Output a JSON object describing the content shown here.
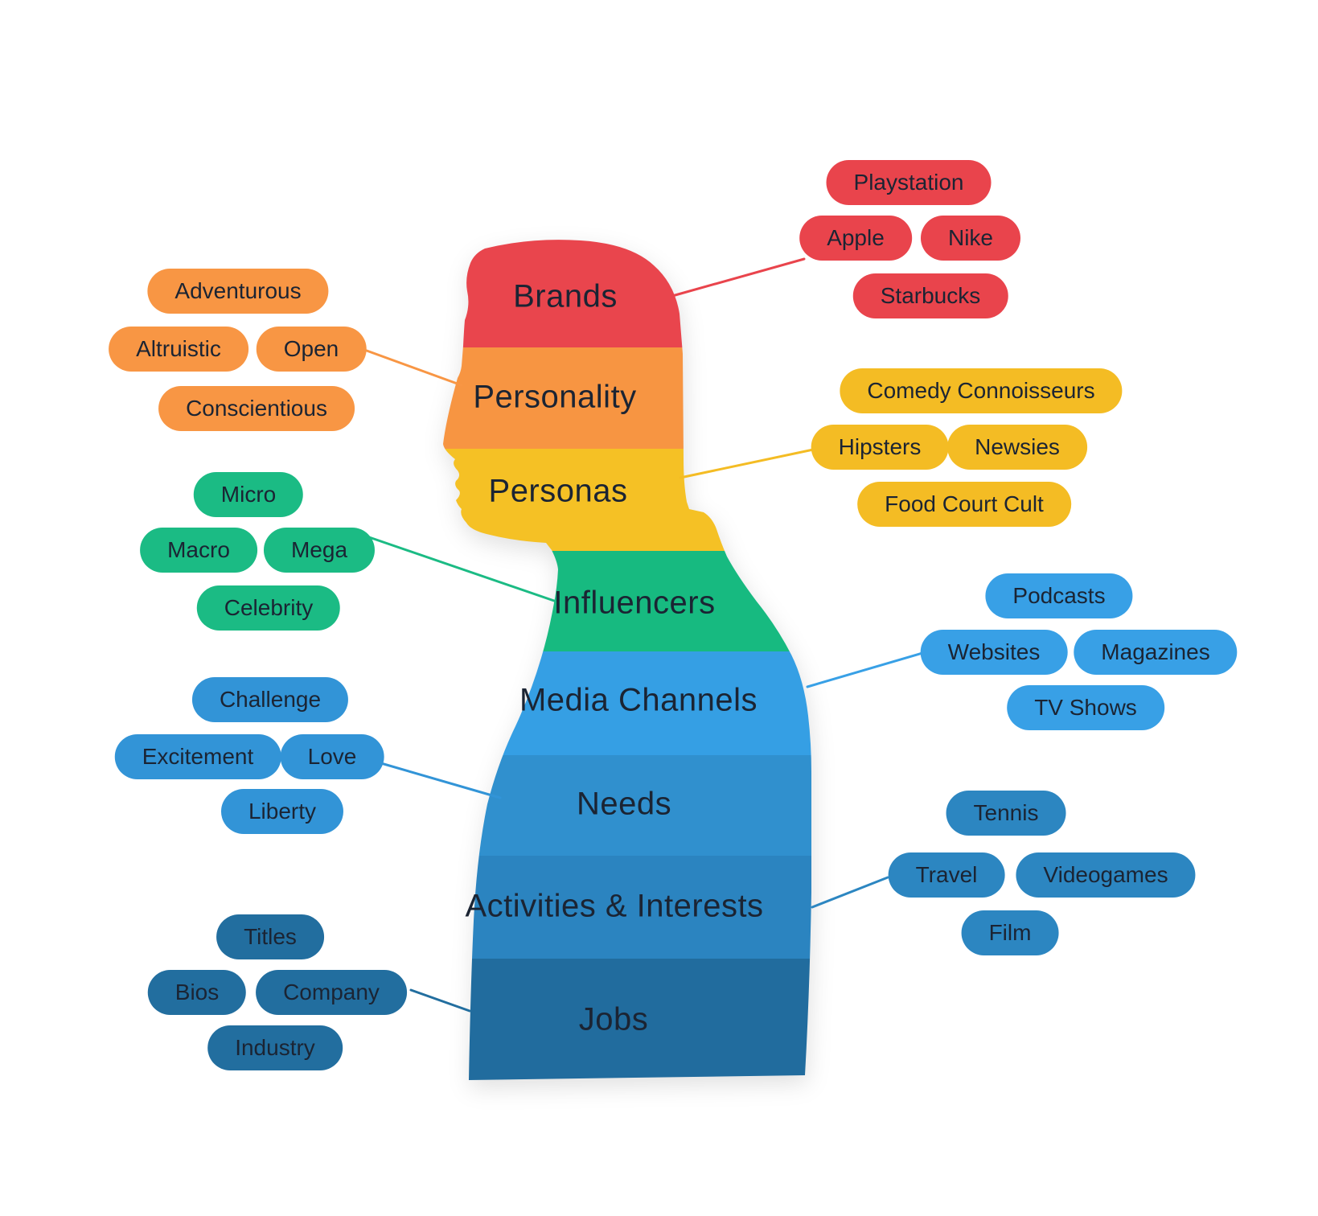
{
  "text_color": "#1B2433",
  "figure": {
    "description": "Consumer profile silhouette infographic",
    "bands": [
      {
        "id": "brands",
        "label": "Brands",
        "color": "#E9454D"
      },
      {
        "id": "personality",
        "label": "Personality",
        "color": "#F79542"
      },
      {
        "id": "personas",
        "label": "Personas",
        "color": "#F5C125"
      },
      {
        "id": "influencers",
        "label": "Influencers",
        "color": "#17BA80"
      },
      {
        "id": "media_channels",
        "label": "Media Channels",
        "color": "#359FE4"
      },
      {
        "id": "needs",
        "label": "Needs",
        "color": "#3090CE"
      },
      {
        "id": "activities",
        "label": "Activities & Interests",
        "color": "#2B84C0"
      },
      {
        "id": "jobs",
        "label": "Jobs",
        "color": "#216C9E"
      }
    ],
    "tag_groups": [
      {
        "band": "Brands",
        "side": "right",
        "color": "#E9444C",
        "tags": [
          "Playstation",
          "Apple",
          "Nike",
          "Starbucks"
        ]
      },
      {
        "band": "Personality",
        "side": "left",
        "color": "#F89644",
        "tags": [
          "Adventurous",
          "Altruistic",
          "Open",
          "Conscientious"
        ]
      },
      {
        "band": "Personas",
        "side": "right",
        "color": "#F4BC24",
        "tags": [
          "Comedy Connoisseurs",
          "Hipsters",
          "Newsies",
          "Food Court Cult"
        ]
      },
      {
        "band": "Influencers",
        "side": "left",
        "color": "#1BBB84",
        "tags": [
          "Micro",
          "Macro",
          "Mega",
          "Celebrity"
        ]
      },
      {
        "band": "Media Channels",
        "side": "right",
        "color": "#38A0E6",
        "tags": [
          "Podcasts",
          "Websites",
          "Magazines",
          "TV Shows"
        ]
      },
      {
        "band": "Needs",
        "side": "left",
        "color": "#3294D7",
        "tags": [
          "Challenge",
          "Excitement",
          "Love",
          "Liberty"
        ]
      },
      {
        "band": "Activities & Interests",
        "side": "right",
        "color": "#2C86C1",
        "tags": [
          "Tennis",
          "Travel",
          "Videogames",
          "Film"
        ]
      },
      {
        "band": "Jobs",
        "side": "left",
        "color": "#226E9F",
        "tags": [
          "Titles",
          "Bios",
          "Company",
          "Industry"
        ]
      }
    ]
  }
}
